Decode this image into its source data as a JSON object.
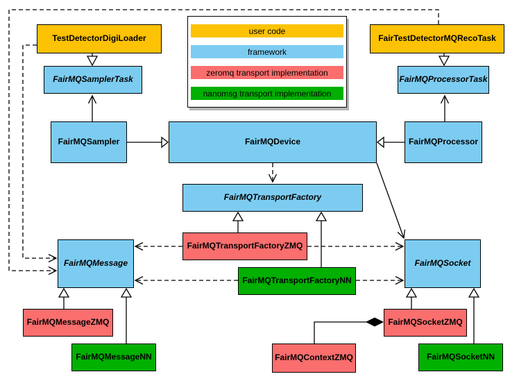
{
  "legend": {
    "items": [
      {
        "label": "user code",
        "color": "#FCC203"
      },
      {
        "label": "framework",
        "color": "#7CCCF1"
      },
      {
        "label": "zeromq transport implementation",
        "color": "#FA6E6E"
      },
      {
        "label": "nanomsg transport implementation",
        "color": "#01B001"
      }
    ]
  },
  "colors": {
    "user_code": "#FCC203",
    "framework": "#7CCCF1",
    "zeromq": "#FA6E6E",
    "nanomsg": "#01B001",
    "line": "#000000",
    "background": "#FFFFFF"
  },
  "nodes": {
    "test_detector_digi_loader": {
      "label": "TestDetectorDigiLoader",
      "category": "user code",
      "abstract": false
    },
    "fair_test_detector_mq_reco_task": {
      "label": "FairTestDetectorMQRecoTask",
      "category": "user code",
      "abstract": false
    },
    "fair_mq_sampler_task": {
      "label": "FairMQSamplerTask",
      "category": "framework",
      "abstract": true
    },
    "fair_mq_processor_task": {
      "label": "FairMQProcessorTask",
      "category": "framework",
      "abstract": true
    },
    "fair_mq_sampler": {
      "label": "FairMQSampler",
      "category": "framework",
      "abstract": false
    },
    "fair_mq_device": {
      "label": "FairMQDevice",
      "category": "framework",
      "abstract": false
    },
    "fair_mq_processor": {
      "label": "FairMQProcessor",
      "category": "framework",
      "abstract": false
    },
    "fair_mq_transport_factory": {
      "label": "FairMQTransportFactory",
      "category": "framework",
      "abstract": true
    },
    "fair_mq_transport_factory_zmq": {
      "label": "FairMQTransportFactoryZMQ",
      "category": "zeromq",
      "abstract": false
    },
    "fair_mq_transport_factory_nn": {
      "label": "FairMQTransportFactoryNN",
      "category": "nanomsg",
      "abstract": false
    },
    "fair_mq_message": {
      "label": "FairMQMessage",
      "category": "framework",
      "abstract": true
    },
    "fair_mq_socket": {
      "label": "FairMQSocket",
      "category": "framework",
      "abstract": true
    },
    "fair_mq_message_zmq": {
      "label": "FairMQMessageZMQ",
      "category": "zeromq",
      "abstract": false
    },
    "fair_mq_message_nn": {
      "label": "FairMQMessageNN",
      "category": "nanomsg",
      "abstract": false
    },
    "fair_mq_socket_zmq": {
      "label": "FairMQSocketZMQ",
      "category": "zeromq",
      "abstract": false
    },
    "fair_mq_socket_nn": {
      "label": "FairMQSocketNN",
      "category": "nanomsg",
      "abstract": false
    },
    "fair_mq_context_zmq": {
      "label": "FairMQContextZMQ",
      "category": "zeromq",
      "abstract": false
    }
  },
  "edges": [
    {
      "from": "TestDetectorDigiLoader",
      "to": "FairMQSamplerTask",
      "type": "inheritance",
      "line": "solid"
    },
    {
      "from": "FairTestDetectorMQRecoTask",
      "to": "FairMQProcessorTask",
      "type": "inheritance",
      "line": "solid"
    },
    {
      "from": "FairMQSampler",
      "to": "FairMQSamplerTask",
      "type": "association",
      "line": "solid"
    },
    {
      "from": "FairMQProcessor",
      "to": "FairMQProcessorTask",
      "type": "association",
      "line": "solid"
    },
    {
      "from": "FairMQSampler",
      "to": "FairMQDevice",
      "type": "inheritance",
      "line": "solid"
    },
    {
      "from": "FairMQProcessor",
      "to": "FairMQDevice",
      "type": "inheritance",
      "line": "solid"
    },
    {
      "from": "FairMQDevice",
      "to": "FairMQTransportFactory",
      "type": "dependency",
      "line": "dashed"
    },
    {
      "from": "FairMQDevice",
      "to": "FairMQSocket",
      "type": "association",
      "line": "solid"
    },
    {
      "from": "FairMQTransportFactoryZMQ",
      "to": "FairMQTransportFactory",
      "type": "inheritance",
      "line": "solid"
    },
    {
      "from": "FairMQTransportFactoryNN",
      "to": "FairMQTransportFactory",
      "type": "inheritance",
      "line": "solid"
    },
    {
      "from": "FairMQMessageZMQ",
      "to": "FairMQMessage",
      "type": "inheritance",
      "line": "solid"
    },
    {
      "from": "FairMQMessageNN",
      "to": "FairMQMessage",
      "type": "inheritance",
      "line": "solid"
    },
    {
      "from": "FairMQSocketZMQ",
      "to": "FairMQSocket",
      "type": "inheritance",
      "line": "solid"
    },
    {
      "from": "FairMQSocketNN",
      "to": "FairMQSocket",
      "type": "inheritance",
      "line": "solid"
    },
    {
      "from": "FairMQContextZMQ",
      "to": "FairMQSocketZMQ",
      "type": "composition",
      "line": "solid"
    },
    {
      "from": "FairMQTransportFactoryZMQ",
      "to": "FairMQMessage",
      "type": "dependency",
      "line": "dashed"
    },
    {
      "from": "FairMQTransportFactoryZMQ",
      "to": "FairMQSocket",
      "type": "dependency",
      "line": "dashed"
    },
    {
      "from": "FairMQTransportFactoryNN",
      "to": "FairMQMessage",
      "type": "dependency",
      "line": "dashed"
    },
    {
      "from": "FairMQTransportFactoryNN",
      "to": "FairMQSocket",
      "type": "dependency",
      "line": "dashed"
    },
    {
      "from": "TestDetectorDigiLoader",
      "to": "FairMQMessage",
      "type": "dependency",
      "line": "dashed"
    },
    {
      "from": "FairTestDetectorMQRecoTask",
      "to": "FairMQMessage",
      "type": "dependency",
      "line": "dashed"
    }
  ]
}
